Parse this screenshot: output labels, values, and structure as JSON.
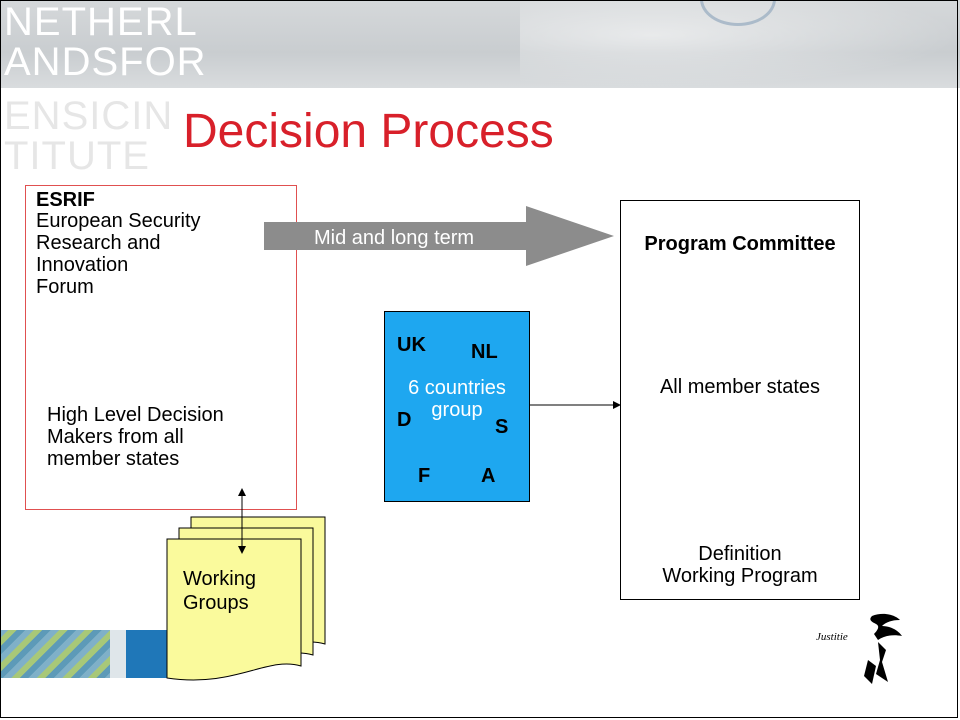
{
  "watermark": {
    "line1": "NETHERL",
    "line2": "ANDSFOR",
    "line3": "ENSICIN",
    "line4": "TITUTE"
  },
  "title": "Decision Process",
  "esrif": {
    "heading": "ESRIF",
    "name_lines": [
      "European Security",
      "Research and",
      "Innovation",
      "Forum"
    ],
    "decision_lines": [
      "High Level Decision",
      "Makers from all",
      "member states"
    ]
  },
  "arrow_label": "Mid and long term",
  "program_committee": {
    "title": "Program Committee",
    "members": "All member states",
    "definition_lines": [
      "Definition",
      "Working Program"
    ]
  },
  "countries_group": {
    "label_lines": [
      "6 countries",
      "group"
    ],
    "countries": [
      "UK",
      "NL",
      "D",
      "S",
      "F",
      "A"
    ]
  },
  "working_groups": {
    "label_lines": [
      "Working",
      "Groups"
    ]
  },
  "logo": {
    "text": "Justitie"
  },
  "colors": {
    "title_red": "#d8202a",
    "esrif_border": "#e05050",
    "group_blue": "#1ea7f0",
    "doc_yellow": "#fafa9c",
    "arrow_gray": "#8c8c8c"
  }
}
